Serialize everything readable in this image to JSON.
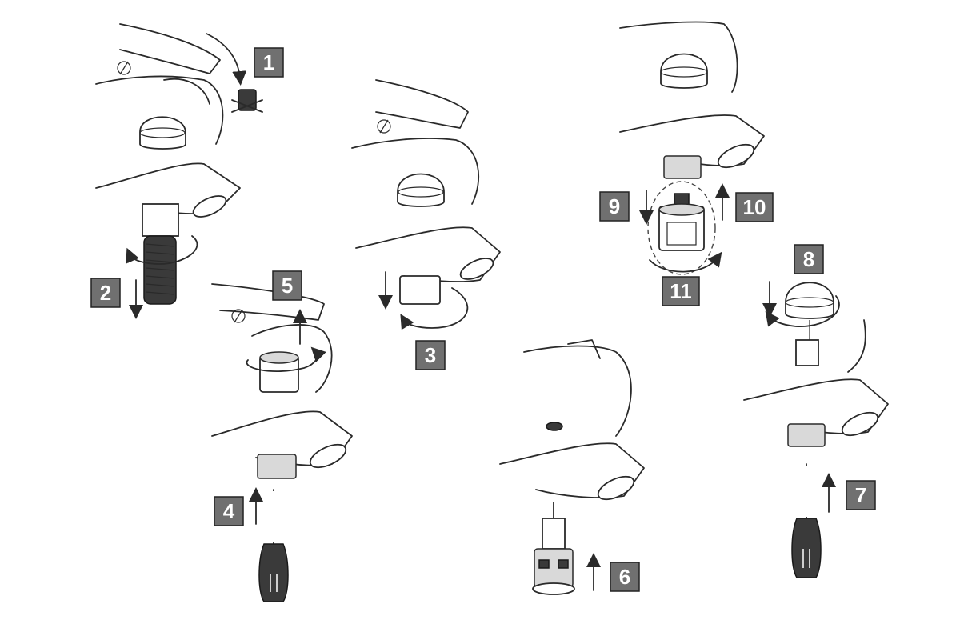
{
  "steps": [
    {
      "id": "1",
      "label": "1"
    },
    {
      "id": "2",
      "label": "2"
    },
    {
      "id": "3",
      "label": "3"
    },
    {
      "id": "4",
      "label": "4"
    },
    {
      "id": "5",
      "label": "5"
    },
    {
      "id": "6",
      "label": "6"
    },
    {
      "id": "7",
      "label": "7"
    },
    {
      "id": "8",
      "label": "8"
    },
    {
      "id": "9",
      "label": "9"
    },
    {
      "id": "10",
      "label": "10"
    },
    {
      "id": "11",
      "label": "11"
    }
  ],
  "colors": {
    "label_box": "#707070",
    "line": "#2a2a2a",
    "handle": "#3a3a3a",
    "background": "#ffffff"
  }
}
